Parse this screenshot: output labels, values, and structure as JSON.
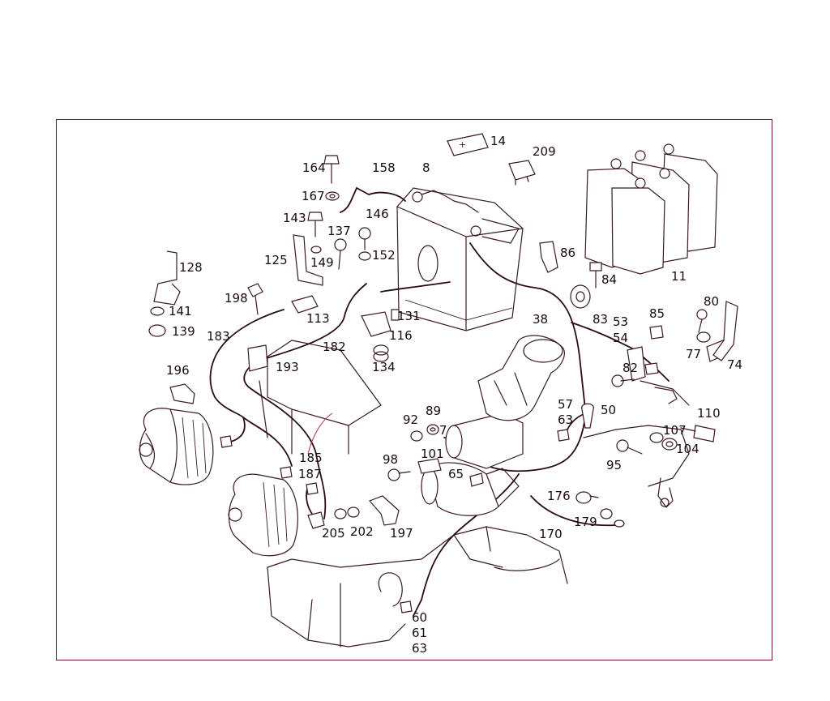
{
  "colors": {
    "frame": "#6b1a2b",
    "line": "#3a1a20",
    "wire": "#2a0d12"
  },
  "battery": {
    "plus_mark": "+"
  },
  "callouts": {
    "c14": "14",
    "c209": "209",
    "c8": "8",
    "c158": "158",
    "c164": "164",
    "c167": "167",
    "c143": "143",
    "c146": "146",
    "c137": "137",
    "c125": "125",
    "c149": "149",
    "c152": "152",
    "c128": "128",
    "c86": "86",
    "c84": "84",
    "c11": "11",
    "c198": "198",
    "c141": "141",
    "c139": "139",
    "c113": "113",
    "c131": "131",
    "c116": "116",
    "c38": "38",
    "c83": "83",
    "c53": "53",
    "c54": "54",
    "c85": "85",
    "c80": "80",
    "c77": "77",
    "c74": "74",
    "c183": "183",
    "c182": "182",
    "c134": "134",
    "c193": "193",
    "c196": "196",
    "c82": "82",
    "c57": "57",
    "c63a": "63",
    "c50": "50",
    "c110": "110",
    "c92": "92",
    "c89": "89",
    "c7": "7",
    "c101": "101",
    "c107": "107",
    "c104": "104",
    "c98": "98",
    "c65": "65",
    "c95": "95",
    "c185": "185",
    "c187": "187",
    "c176": "176",
    "c179": "179",
    "c205": "205",
    "c202": "202",
    "c197": "197",
    "c170": "170",
    "c60": "60",
    "c61": "61",
    "c63b": "63"
  }
}
